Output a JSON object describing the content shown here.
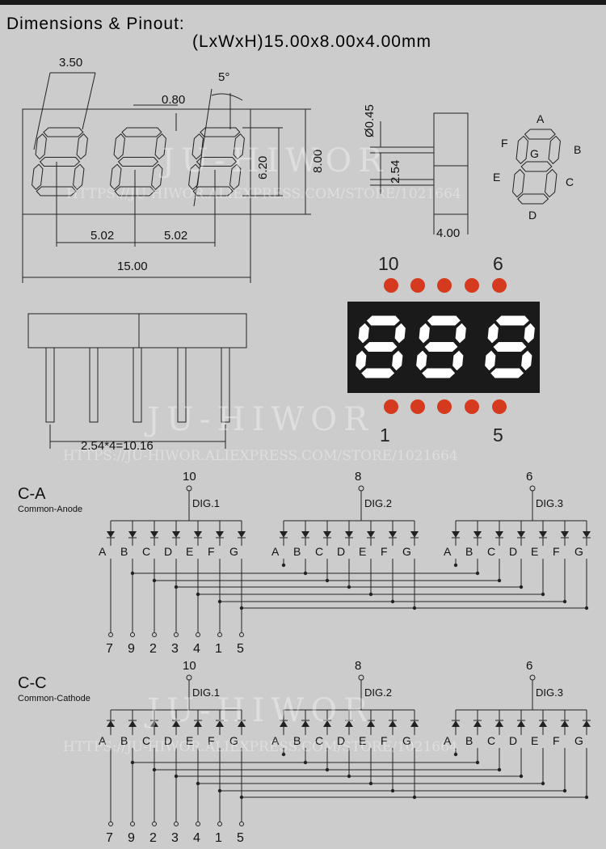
{
  "header": {
    "title": "Dimensions & Pinout:",
    "size_line": "(LxWxH)15.00x8.00x4.00mm"
  },
  "front_view": {
    "dim_segment_width": "3.50",
    "dim_angle": "5°",
    "dim_dp_gap": "0.80",
    "dim_digit_height": "6.20",
    "dim_total_height": "8.00",
    "dim_pitch_1": "5.02",
    "dim_pitch_2": "5.02",
    "dim_total_length": "15.00"
  },
  "side_view": {
    "dim_pin_dia": "Ø0.45",
    "dim_pin_pitch": "2.54",
    "dim_depth": "4.00"
  },
  "segment_legend": {
    "labels": [
      "A",
      "B",
      "C",
      "D",
      "E",
      "F",
      "G"
    ]
  },
  "bottom_view": {
    "dim_pins": "2.54*4=10.16"
  },
  "pin_view": {
    "label_10": "10",
    "label_6": "6",
    "label_1": "1",
    "label_5": "5",
    "pin_color": "#d63a1e",
    "body_color": "#1a1a1a"
  },
  "schematics": [
    {
      "title": "C-A",
      "subtitle": "Common-Anode",
      "common_pins": [
        "10",
        "8",
        "6"
      ],
      "digits": [
        "DIG.1",
        "DIG.2",
        "DIG.3"
      ],
      "segments": [
        "A",
        "B",
        "C",
        "D",
        "E",
        "F",
        "G"
      ],
      "pins": [
        "7",
        "9",
        "2",
        "3",
        "4",
        "1",
        "5"
      ]
    },
    {
      "title": "C-C",
      "subtitle": "Common-Cathode",
      "common_pins": [
        "10",
        "8",
        "6"
      ],
      "digits": [
        "DIG.1",
        "DIG.2",
        "DIG.3"
      ],
      "segments": [
        "A",
        "B",
        "C",
        "D",
        "E",
        "F",
        "G"
      ],
      "pins": [
        "7",
        "9",
        "2",
        "3",
        "4",
        "1",
        "5"
      ]
    }
  ],
  "watermark": {
    "brand": "JU-HIWOR",
    "url": "HTTPS://JU-HIWOR.ALIEXPRESS.COM/STORE/1021664"
  }
}
